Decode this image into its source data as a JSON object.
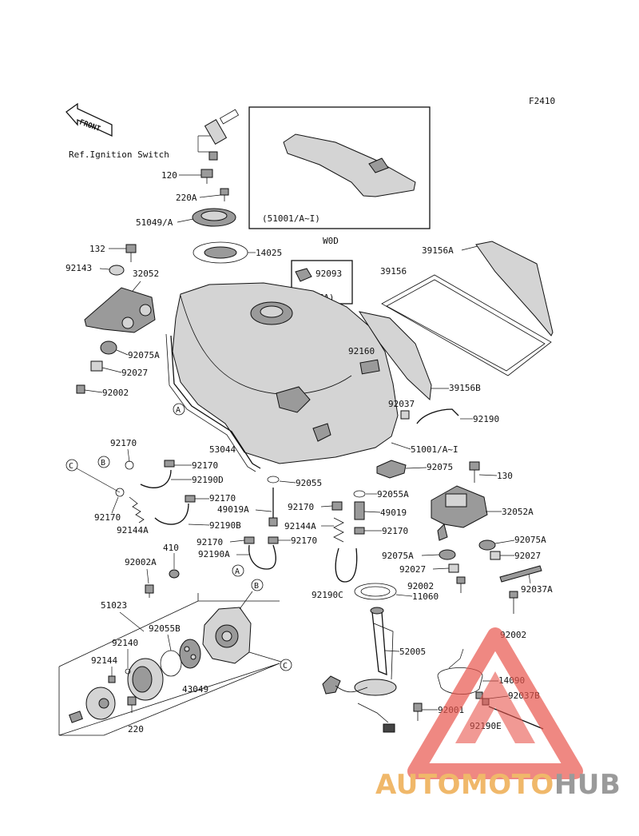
{
  "figure_code": "F2410",
  "front_arrow": "FRONT",
  "ref_note": "Ref.Ignition Switch",
  "inset": {
    "label": "(51001/A~I)",
    "note": "W0D"
  },
  "cap_box": {
    "part": "92093",
    "code": "(CA)"
  },
  "callouts": [
    "A",
    "B",
    "C"
  ],
  "parts": {
    "p120": "120",
    "p220A": "220A",
    "p51049A": "51049/A",
    "p14025": "14025",
    "p132": "132",
    "p92143": "92143",
    "p32052": "32052",
    "p92075A_l": "92075A",
    "p92027_l": "92027",
    "p92002_l": "92002",
    "p39156A": "39156A",
    "p39156": "39156",
    "p92160": "92160",
    "p39156B": "39156B",
    "p92037": "92037",
    "p92190": "92190",
    "p53044": "53044",
    "p51001AI": "51001/A~I",
    "p92075": "92075",
    "p92170_a": "92170",
    "p92170_b": "92170",
    "p92190D": "92190D",
    "p92170_c": "92170",
    "p92170_d": "92170",
    "p92144A_l": "92144A",
    "p92190B": "92190B",
    "p92055": "92055",
    "p49019A": "49019A",
    "p92055A": "92055A",
    "p92170_e": "92170",
    "p49019": "49019",
    "p92144A_r": "92144A",
    "p92170_f": "92170",
    "p130": "130",
    "p32052A": "32052A",
    "p92075A_r": "92075A",
    "p92075A_m": "92075A",
    "p92027_r": "92027",
    "p92027_m": "92027",
    "p92170_g": "92170",
    "p92170_h": "92170",
    "p92190A": "92190A",
    "p410": "410",
    "p92002A": "92002A",
    "p92002_m": "92002",
    "p11060": "11060",
    "p92190C": "92190C",
    "p92037A": "92037A",
    "p92002_r": "92002",
    "p51023": "51023",
    "p92055B": "92055B",
    "p92140": "92140",
    "p92144": "92144",
    "p43049": "43049",
    "p220": "220",
    "p52005": "52005",
    "p14090": "14090",
    "p92037B": "92037B",
    "p92001": "92001",
    "p92190E": "92190E"
  },
  "watermark": {
    "part1": "AUTOMOTO",
    "part2": "HUB",
    "color_logo": "#e8554d",
    "color_text1": "#f0b86a",
    "color_text2": "#9a9a9a"
  }
}
